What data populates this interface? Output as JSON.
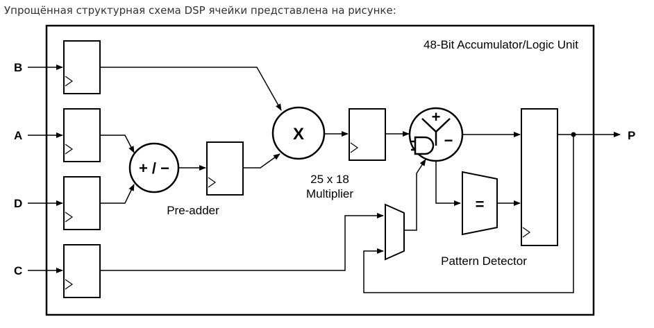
{
  "caption": "Упрощённая структурная схема DSP ячейки представлена на рисунке:",
  "block_title": "48-Bit Accumulator/Logic Unit",
  "ports": {
    "b": "B",
    "a": "A",
    "d": "D",
    "c": "C",
    "p": "P"
  },
  "pre_adder": {
    "symbol": "+ / −",
    "label": "Pre-adder"
  },
  "multiplier": {
    "symbol": "X",
    "size": "25 x 18",
    "label": "Multiplier"
  },
  "alu": {
    "plus": "+",
    "minus": "−"
  },
  "pattern_detector": {
    "symbol": "=",
    "label": "Pattern Detector"
  }
}
